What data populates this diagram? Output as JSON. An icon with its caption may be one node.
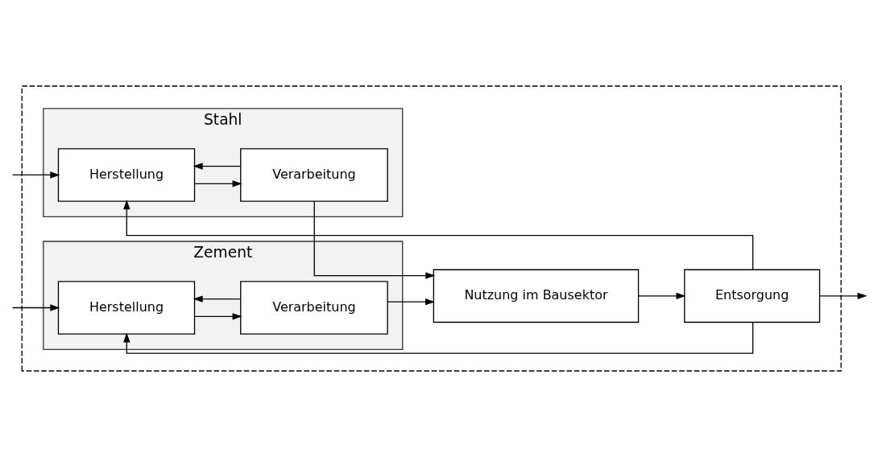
{
  "diagram": {
    "nodes": [
      {
        "text": [],
        "shape": "box"
      },
      {
        "text": [
          "Stahl"
        ],
        "in": 0
      },
      {
        "text": [
          "Herstellung"
        ],
        "in": 1
      },
      {
        "text": [
          "Verarbeitung"
        ],
        "in": 1
      },
      {
        "text": [
          "Zement"
        ],
        "in": 0
      },
      {
        "text": [
          "Herstellung"
        ],
        "in": 4
      },
      {
        "text": [
          "Verarbeitung"
        ],
        "in": 4
      },
      {
        "text": [
          "Nutzung im Bausektor"
        ],
        "in": 0
      },
      {
        "text": [
          "Entsorgung"
        ],
        "in": 0
      }
    ],
    "edges": [
      {
        "from": null,
        "to": 2,
        "arrow": "to"
      },
      {
        "from": 2,
        "to": 3,
        "arrow": "to"
      },
      {
        "from": 3,
        "to": 2,
        "arrow": "to"
      },
      {
        "from": 3,
        "to": 7,
        "arrow": "to"
      },
      {
        "from": null,
        "to": 5,
        "arrow": "to"
      },
      {
        "from": 5,
        "to": 6,
        "arrow": "to"
      },
      {
        "from": 6,
        "to": 5,
        "arrow": "to"
      },
      {
        "from": 6,
        "to": 7,
        "arrow": "to"
      },
      {
        "from": 7,
        "to": 8,
        "arrow": "to"
      },
      {
        "from": 8,
        "to": 2,
        "arrow": "to"
      },
      {
        "from": 8,
        "to": 5,
        "arrow": "to"
      },
      {
        "from": 8,
        "to": null,
        "arrow": "to"
      }
    ]
  }
}
